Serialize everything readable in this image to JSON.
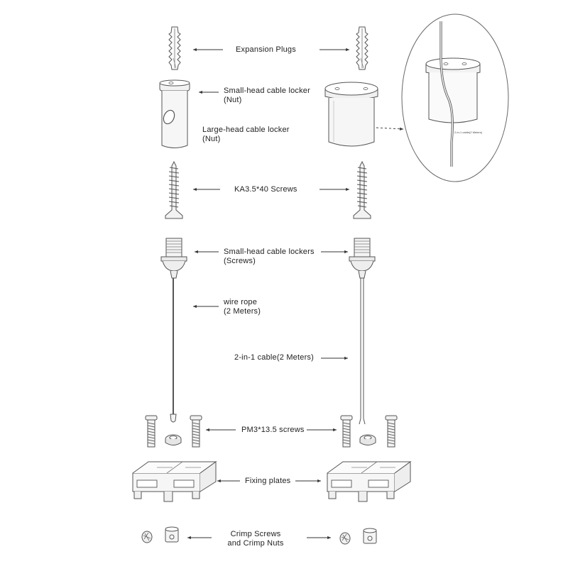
{
  "labels": {
    "expansion_plugs": "Expansion Plugs",
    "small_nut_line1": "Small-head cable locker",
    "small_nut_line2": "(Nut)",
    "large_nut_line1": "Large-head cable locker",
    "large_nut_line2": "(Nut)",
    "ka_screws": "KA3.5*40 Screws",
    "small_screws_line1": "Small-head cable lockers",
    "small_screws_line2": "(Screws)",
    "wire_rope_line1": "wire rope",
    "wire_rope_line2": "(2 Meters)",
    "cable": "2-in-1 cable(2 Meters)",
    "pm_screws": "PM3*13.5 screws",
    "fixing_plates": "Fixing plates",
    "crimp_line1": "Crimp Screws",
    "crimp_line2": "and Crimp Nuts",
    "detail_caption": "2-in-1 cable(2 Meters)"
  },
  "colors": {
    "stroke": "#555555",
    "light_fill": "#f4f4f4",
    "text": "#222222"
  }
}
